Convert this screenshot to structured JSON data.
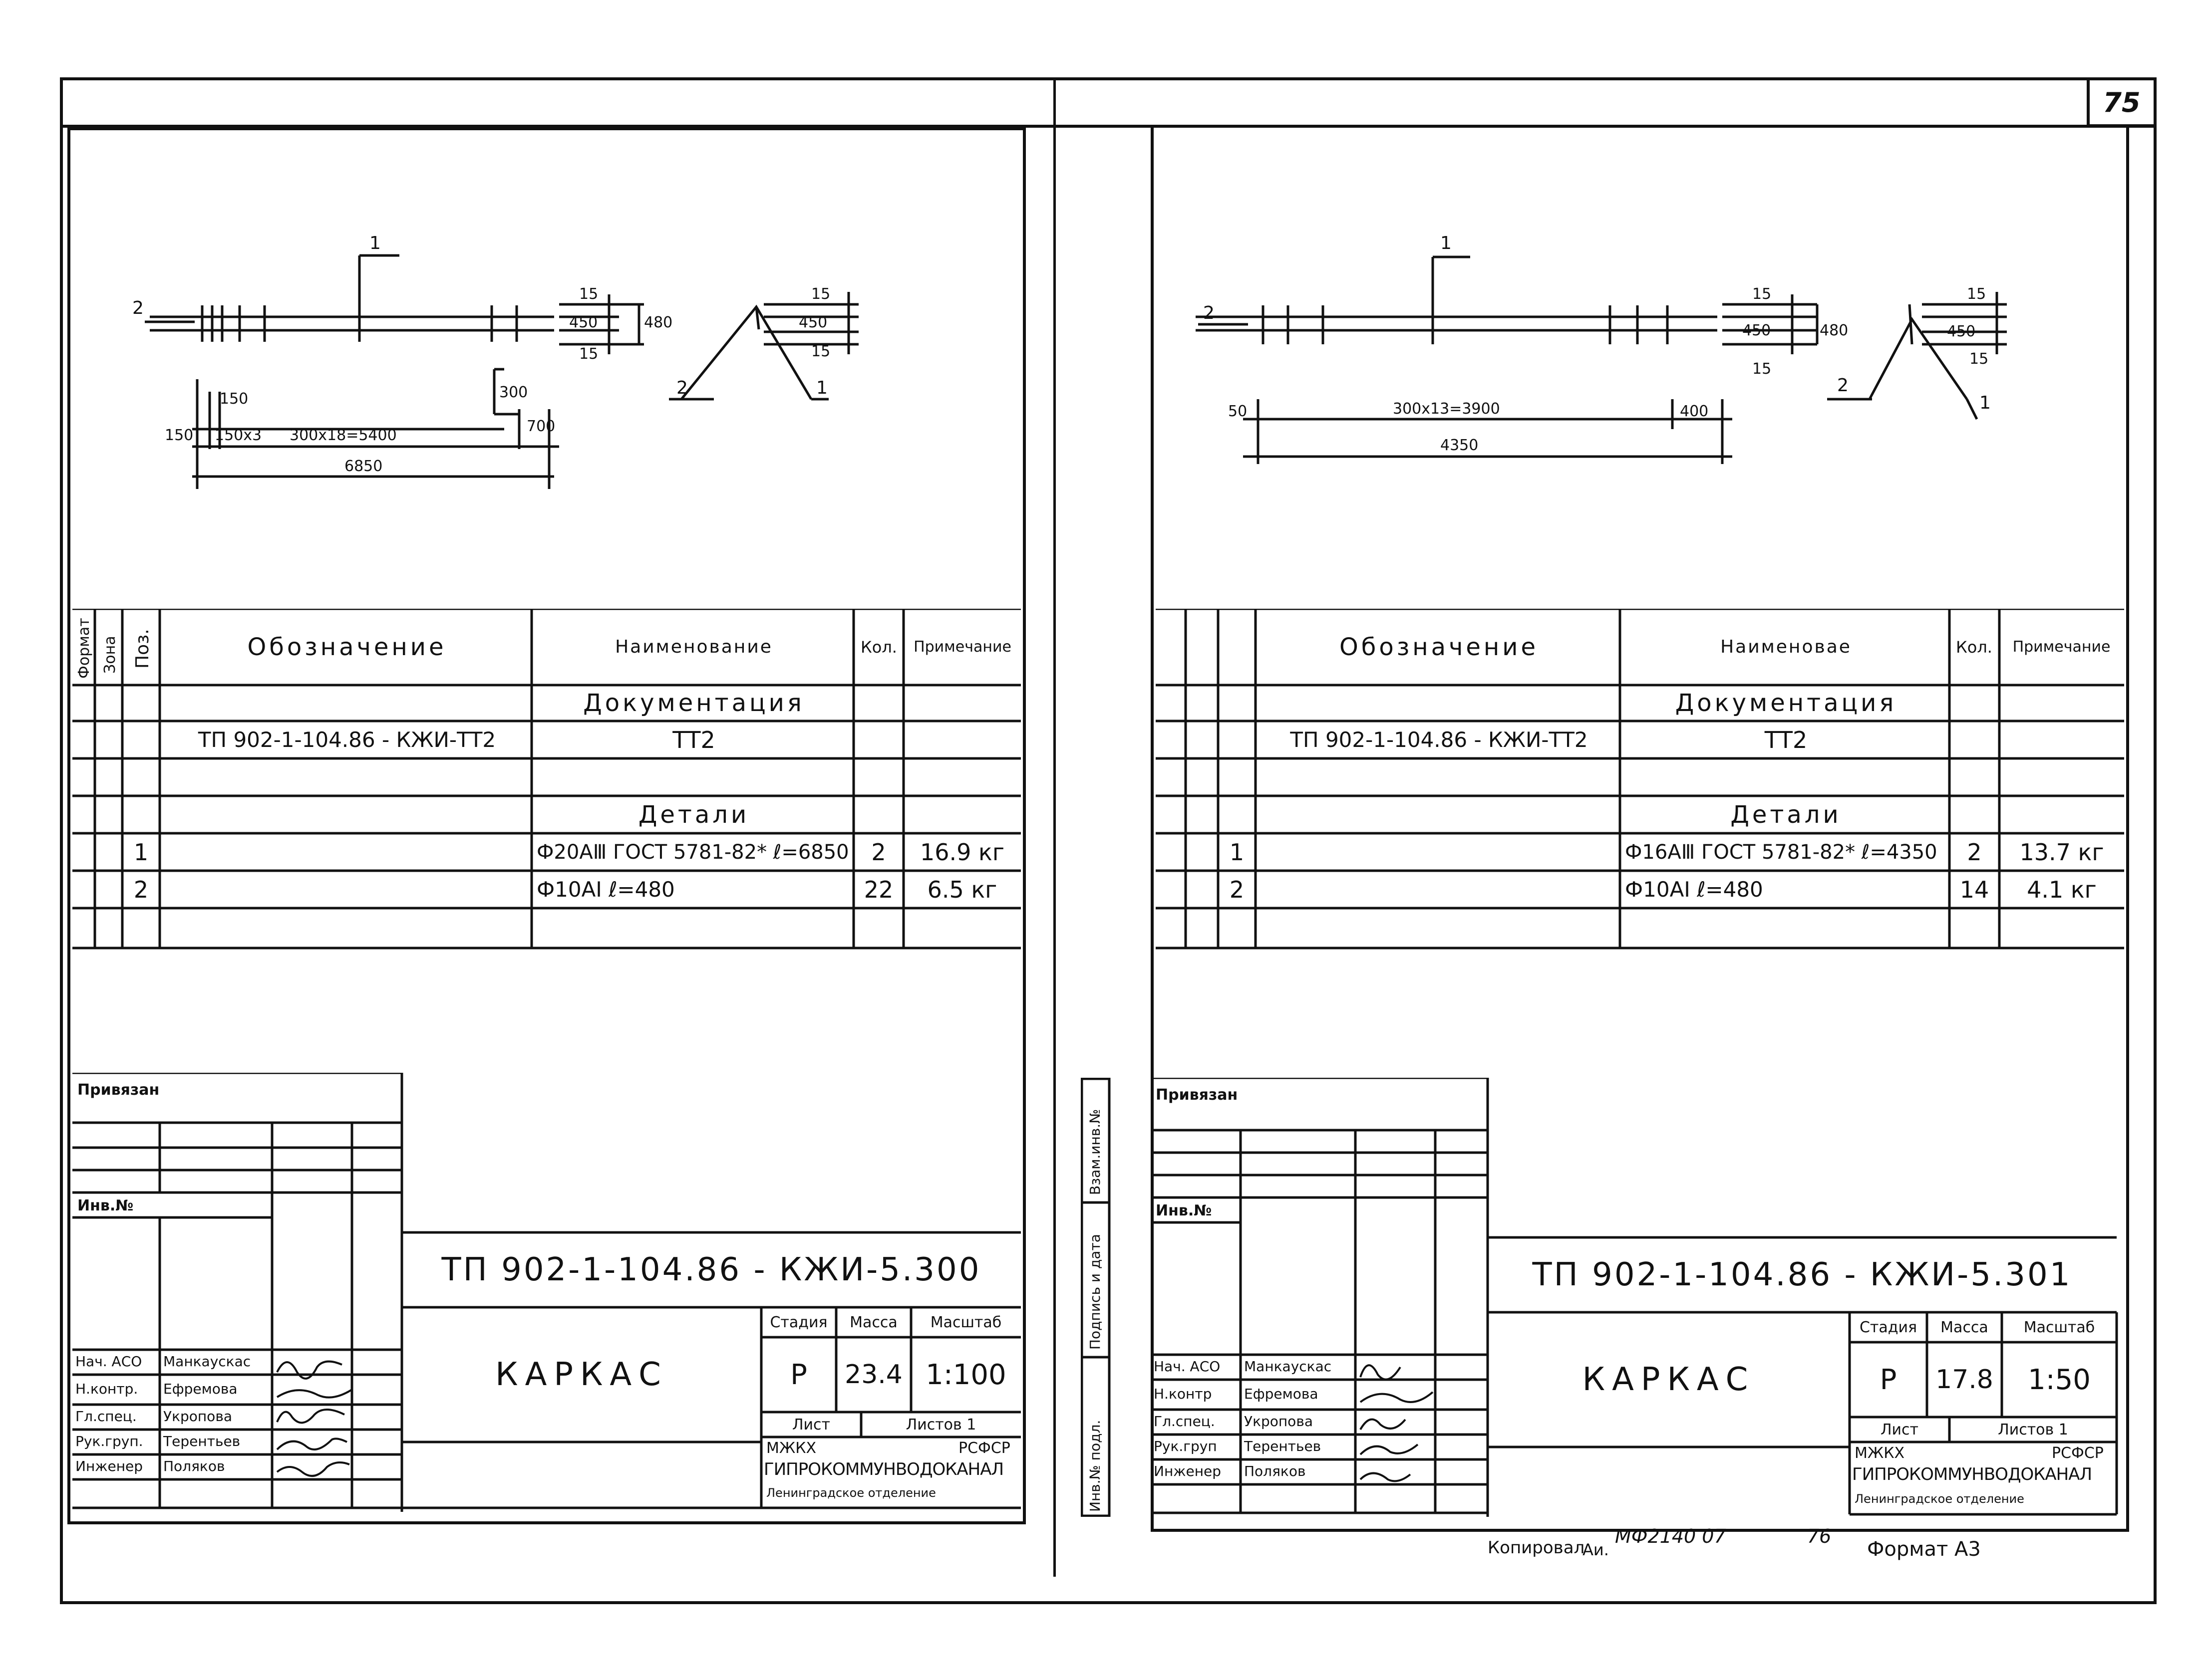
{
  "sheet_number": "75",
  "footer": {
    "copied_label": "Копировал",
    "copied_initials": "Аи.",
    "order_code": "МФ2140 07",
    "order_number": "76",
    "format_label": "Формат А3"
  },
  "left": {
    "drawing": {
      "pos_top": "1",
      "pos_left": "2",
      "dim_15a": "15",
      "dim_450": "450",
      "dim_15b": "15",
      "dim_480": "480",
      "dim_150a": "150",
      "dim_150b": "150",
      "dim_150x3": "150х3",
      "dim_span": "300х18=5400",
      "dim_300": "300",
      "dim_700": "700",
      "dim_total": "6850",
      "sec_15a": "15",
      "sec_450": "450",
      "sec_15b": "15",
      "sec_pos2": "2",
      "sec_pos1": "1"
    },
    "spec": {
      "col_format": "Формат",
      "col_zone": "Зона",
      "col_pos": "Поз.",
      "col_designation": "Обозначение",
      "col_name": "Наименование",
      "col_qty": "Кол.",
      "col_note": "Примечание",
      "row_doc_header": "Документация",
      "row_doc_designation": "ТП 902-1-104.86 - КЖИ-ТТ2",
      "row_doc_name": "ТТ2",
      "row_details_header": "Детали",
      "r1_pos": "1",
      "r1_name": "Ф20АⅢ ГОСТ 5781-82* ℓ=6850",
      "r1_qty": "2",
      "r1_note": "16.9 кг",
      "r2_pos": "2",
      "r2_name": "Ф10АI ℓ=480",
      "r2_qty": "22",
      "r2_note": "6.5 кг"
    },
    "stamp": {
      "bound_label": "Привязан",
      "inv_label": "Инв.№",
      "code": "ТП 902-1-104.86 - КЖИ-5.300",
      "item_name": "КАРКАС",
      "stage_h": "Стадия",
      "mass_h": "Масса",
      "scale_h": "Масштаб",
      "stage": "Р",
      "mass": "23.4",
      "scale": "1:100",
      "sheet_h": "Лист",
      "sheets_h": "Листов 1",
      "org1": "МЖКХ",
      "org2": "РСФСР",
      "org3": "ГИПРОКОММУНВОДОКАНАЛ",
      "org4": "Ленинградское отделение",
      "roles": [
        "Нач. АСО",
        "Н.контр.",
        "Гл.спец.",
        "Рук.груп.",
        "Инженер"
      ],
      "names": [
        "Манкаускас",
        "Ефремова",
        "Укропова",
        "Терентьев",
        "Поляков"
      ]
    }
  },
  "right": {
    "drawing": {
      "pos_top": "1",
      "pos_left": "2",
      "dim_15a": "15",
      "dim_450": "450",
      "dim_15b": "15",
      "dim_480": "480",
      "dim_50": "50",
      "dim_span": "300х13=3900",
      "dim_400": "400",
      "dim_total": "4350",
      "sec_15a": "15",
      "sec_450": "450",
      "sec_15b": "15",
      "sec_pos2": "2",
      "sec_pos1": "1"
    },
    "spec": {
      "col_designation": "Обозначение",
      "col_name": "Наименовае",
      "col_qty": "Кол.",
      "col_note": "Примечание",
      "row_doc_header": "Документация",
      "row_doc_designation": "ТП 902-1-104.86 - КЖИ-ТТ2",
      "row_doc_name": "ТТ2",
      "row_details_header": "Детали",
      "r1_pos": "1",
      "r1_name": "Ф16АⅢ ГОСТ 5781-82* ℓ=4350",
      "r1_qty": "2",
      "r1_note": "13.7 кг",
      "r2_pos": "2",
      "r2_name": "Ф10АI ℓ=480",
      "r2_qty": "14",
      "r2_note": "4.1 кг"
    },
    "stamp": {
      "bound_label": "Привязан",
      "inv_label": "Инв.№",
      "side1": "Взам.инв.№",
      "side2": "Подпись и дата",
      "side3": "Инв.№ подл.",
      "code": "ТП 902-1-104.86 - КЖИ-5.301",
      "item_name": "КАРКАС",
      "stage_h": "Стадия",
      "mass_h": "Масса",
      "scale_h": "Масштаб",
      "stage": "Р",
      "mass": "17.8",
      "scale": "1:50",
      "sheet_h": "Лист",
      "sheets_h": "Листов 1",
      "org1": "МЖКХ",
      "org2": "РСФСР",
      "org3": "ГИПРОКОММУНВОДОКАНАЛ",
      "org4": "Ленинградское отделение",
      "roles": [
        "Нач. АСО",
        "Н.контр",
        "Гл.спец.",
        "Рук.груп",
        "Инженер"
      ],
      "names": [
        "Манкаускас",
        "Ефремова",
        "Укропова",
        "Терентьев",
        "Поляков"
      ]
    }
  }
}
